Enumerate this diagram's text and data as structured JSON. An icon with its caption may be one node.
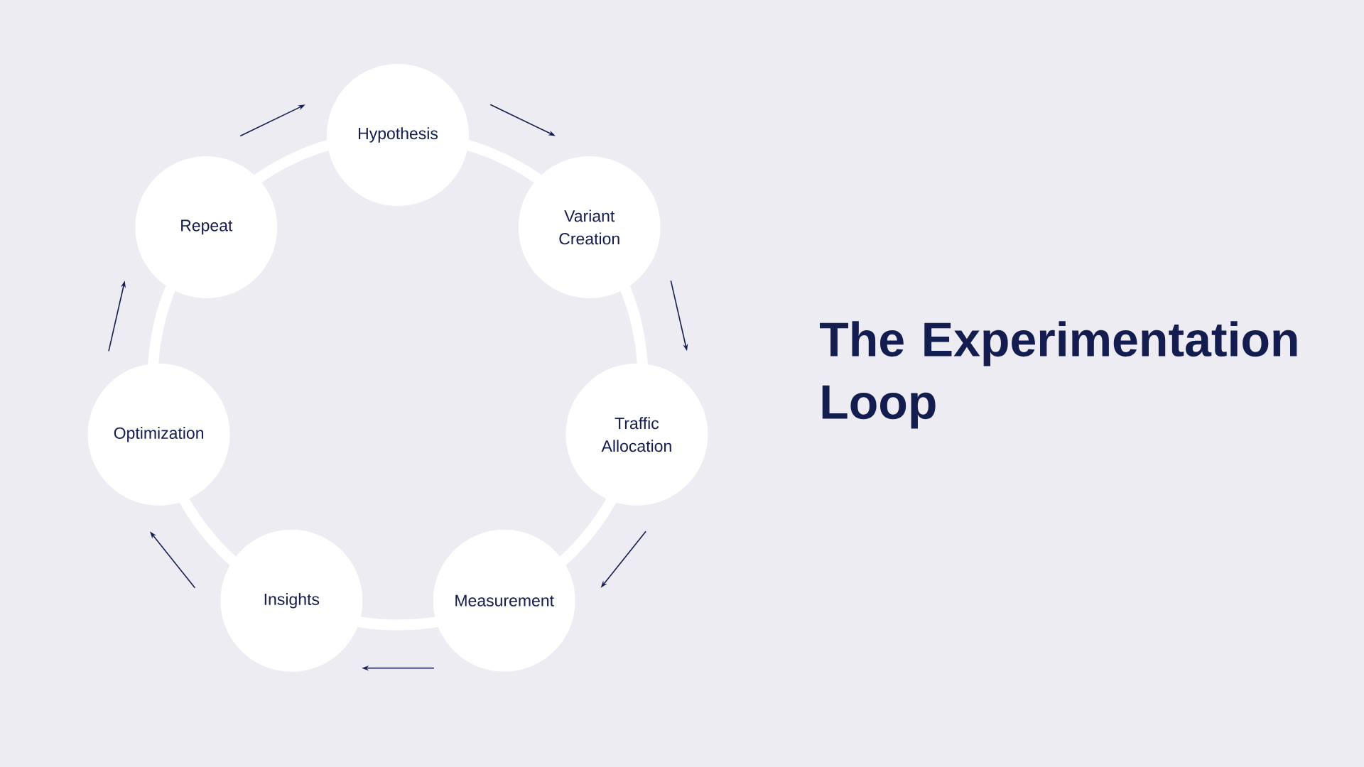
{
  "diagram": {
    "title": "The Experimentation Loop",
    "nodes": [
      {
        "text": [
          "Hypothesis"
        ]
      },
      {
        "text": [
          "Variant Creation"
        ]
      },
      {
        "text": [
          "Traffic Allocation"
        ]
      },
      {
        "text": [
          "Measurement"
        ]
      },
      {
        "text": [
          "Insights"
        ]
      },
      {
        "text": [
          "Optimization"
        ]
      },
      {
        "text": [
          "Repeat"
        ]
      }
    ],
    "edges": [
      {
        "from": 0,
        "to": 1,
        "arrow": "to"
      },
      {
        "from": 1,
        "to": 2,
        "arrow": "to"
      },
      {
        "from": 2,
        "to": 3,
        "arrow": "to"
      },
      {
        "from": 3,
        "to": 4,
        "arrow": "to"
      },
      {
        "from": 4,
        "to": 5,
        "arrow": "to"
      },
      {
        "from": 5,
        "to": 6,
        "arrow": "to"
      },
      {
        "from": 6,
        "to": 0,
        "arrow": "to"
      }
    ]
  }
}
